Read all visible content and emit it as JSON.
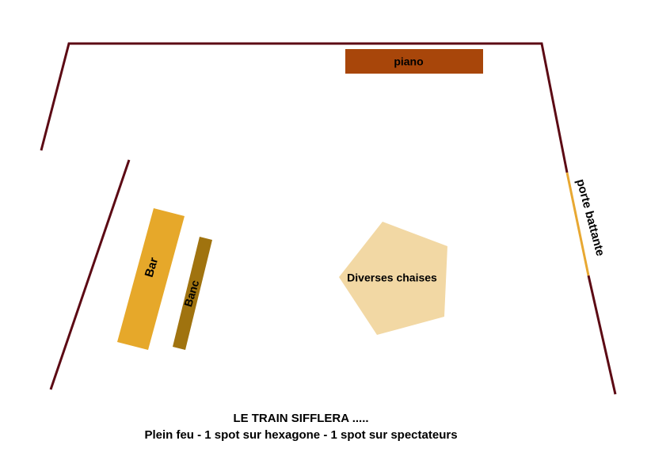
{
  "diagram": {
    "labels": {
      "piano": "piano",
      "door": "porte battante",
      "bar": "Bar",
      "bench": "Banc",
      "chairs": "Diverses chaises"
    },
    "caption": {
      "title": "LE TRAIN SIFFLERA .....",
      "subtitle": "Plein feu  - 1 spot sur hexagone  -  1 spot sur spectateurs"
    },
    "colors": {
      "walls": "#5c0a14",
      "piano": "#a8460a",
      "door": "#e8a832",
      "bar": "#e6a82a",
      "bench": "#a0730f",
      "chairs": "#f2d8a4",
      "text": "#000000"
    }
  }
}
